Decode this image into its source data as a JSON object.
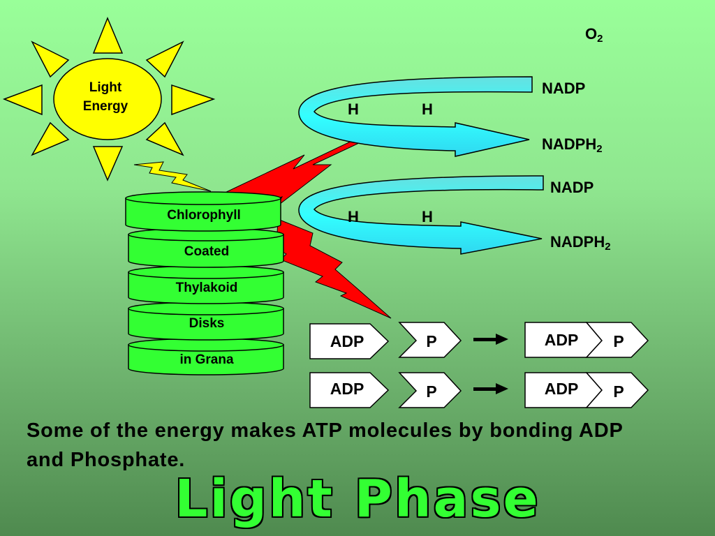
{
  "sun": {
    "label_line1": "Light",
    "label_line2": "Energy"
  },
  "disks": [
    "Chlorophyll",
    "Coated",
    "Thylakoid",
    "Disks",
    "in Grana"
  ],
  "oxygen": {
    "symbol": "O",
    "subscript": "2"
  },
  "cycles": [
    {
      "input": "NADP",
      "h1": "H",
      "h2": "H",
      "output": "NADPH",
      "output_sub": "2"
    },
    {
      "input": "NADP",
      "h1": "H",
      "h2": "H",
      "output": "NADPH",
      "output_sub": "2"
    }
  ],
  "atp_rows": [
    {
      "adp": "ADP",
      "p": "P",
      "result_adp": "ADP",
      "result_p": "P"
    },
    {
      "adp": "ADP",
      "p": "P",
      "result_adp": "ADP",
      "result_p": "P"
    }
  ],
  "caption": "Some of the energy makes ATP molecules by bonding ADP and Phosphate.",
  "title": "Light Phase",
  "colors": {
    "sun": "#ffff00",
    "disk": "#33ff33",
    "cycle_arrow": "#33ffff",
    "lightning": "#ff0000",
    "title": "#33ff33"
  }
}
